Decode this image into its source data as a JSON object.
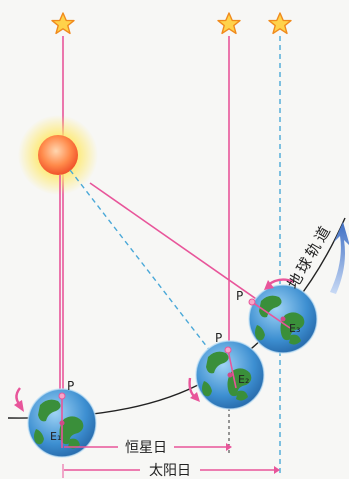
{
  "header_text": "",
  "labels": {
    "p1": "P",
    "p2": "P",
    "p3": "P",
    "e1": "E₁",
    "e2": "E₂",
    "e3": "E₃",
    "sidereal_day": "恒星日",
    "solar_day": "太阳日",
    "orbit": "地球轨道"
  },
  "icons": {
    "star": "star-icon",
    "sun": "sun-icon",
    "earth": "earth-globe-icon",
    "rotation_arrow": "rotation-arrow-icon",
    "orbit_arrow": "orbit-direction-arrow-icon"
  },
  "colors": {
    "sight_line": "#e8559a",
    "dashed_line": "#4aa8d8",
    "orbit": "#222222",
    "ocean": "#3d8fd1",
    "land": "#3a8f3a",
    "sun_core": "#ff6a3a",
    "star_fill": "#ffd24a",
    "star_stroke": "#f08a1c",
    "orbit_arrow": "#3f6fc4"
  }
}
